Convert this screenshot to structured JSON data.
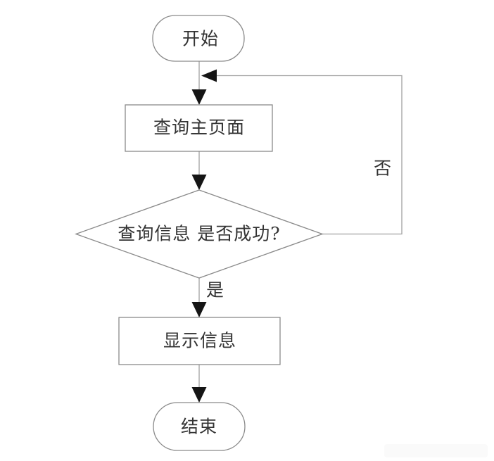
{
  "diagram": {
    "type": "flowchart",
    "nodes": {
      "start": {
        "label": "开始",
        "shape": "terminator"
      },
      "query_page": {
        "label": "查询主页面",
        "shape": "process"
      },
      "decision": {
        "label": "查询信息 是否成功?",
        "shape": "decision"
      },
      "display_info": {
        "label": "显示信息",
        "shape": "process"
      },
      "end": {
        "label": "结束",
        "shape": "terminator"
      }
    },
    "edge_labels": {
      "yes": "是",
      "no": "否"
    },
    "flow": [
      "start -> query_page",
      "query_page -> decision",
      "decision -(是)-> display_info",
      "decision -(否)-> query_page",
      "display_info -> end"
    ],
    "colors": {
      "background": "#ffffff",
      "shape_fill": "#ffffff",
      "border": "#8a8a8a",
      "line": "#a0a0a0",
      "arrow": "#151515",
      "text": "#333333",
      "watermark": "#fafafa"
    }
  }
}
